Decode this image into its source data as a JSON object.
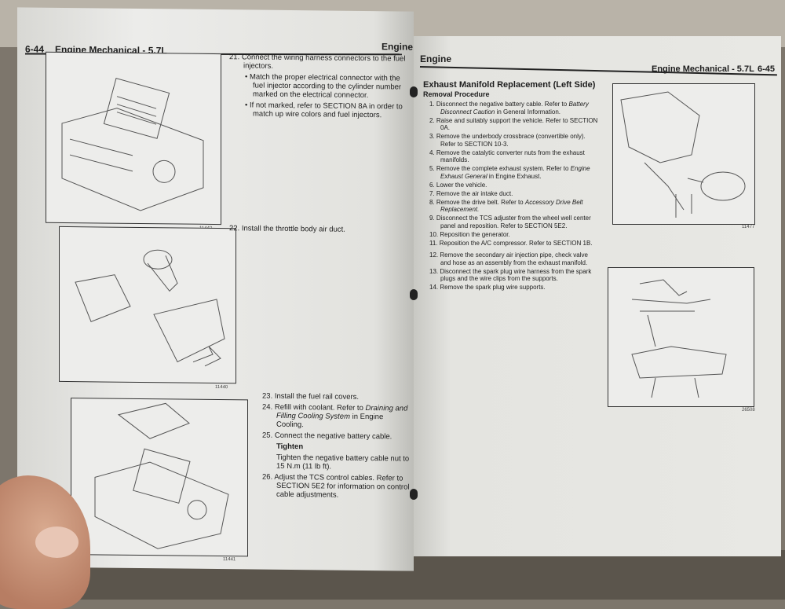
{
  "left_page": {
    "page_number": "6-44",
    "header_title": "Engine Mechanical - 5.7L",
    "header_right": "Engine",
    "figures": [
      "11442",
      "11440",
      "11441"
    ],
    "steps": [
      {
        "num": "21.",
        "text": "Connect the wiring harness connectors to the fuel injectors.",
        "bullets": [
          "Match the proper electrical connector with the fuel injector according to the cylinder number marked on the electrical connector.",
          "If not marked, refer to SECTION 8A in order to match up wire colors and fuel injectors."
        ]
      },
      {
        "num": "22.",
        "text": "Install the throttle body air duct."
      },
      {
        "num": "23.",
        "text": "Install the fuel rail covers."
      },
      {
        "num": "24.",
        "text": "Refill with coolant. Refer to",
        "italic": "Draining and Filling Cooling System",
        "after": "in Engine Cooling."
      },
      {
        "num": "25.",
        "text": "Connect the negative battery cable."
      },
      {
        "tighten_label": "Tighten",
        "tighten_text": "Tighten the negative battery cable nut to 15 N.m (11 lb ft)."
      },
      {
        "num": "26.",
        "text": "Adjust the TCS control cables. Refer to SECTION 5E2 for information on control cable adjustments."
      }
    ]
  },
  "right_page": {
    "header_left": "Engine",
    "header_title": "Engine Mechanical - 5.7L",
    "page_number": "6-45",
    "section_title": "Exhaust Manifold Replacement (Left Side)",
    "procedure_title": "Removal Procedure",
    "figures": [
      "11477",
      "26508"
    ],
    "steps": [
      {
        "num": "1.",
        "text": "Disconnect the negative battery cable. Refer to",
        "italic": "Battery Disconnect Caution",
        "after": "in General Information."
      },
      {
        "num": "2.",
        "text": "Raise and suitably support the vehicle. Refer to SECTION 0A."
      },
      {
        "num": "3.",
        "text": "Remove the underbody crossbrace (convertible only). Refer to SECTION 10-3."
      },
      {
        "num": "4.",
        "text": "Remove the catalytic converter nuts from the exhaust manifolds."
      },
      {
        "num": "5.",
        "text": "Remove the complete exhaust system. Refer to",
        "italic": "Engine Exhaust General",
        "after": "in Engine Exhaust."
      },
      {
        "num": "6.",
        "text": "Lower the vehicle."
      },
      {
        "num": "7.",
        "text": "Remove the air intake duct."
      },
      {
        "num": "8.",
        "text": "Remove the drive belt. Refer to",
        "italic": "Accessory Drive Belt Replacement.",
        "after": ""
      },
      {
        "num": "9.",
        "text": "Disconnect the TCS adjuster from the wheel well center panel and reposition. Refer to SECTION 5E2."
      },
      {
        "num": "10.",
        "text": "Reposition the generator."
      },
      {
        "num": "11.",
        "text": "Reposition the A/C compressor. Refer to SECTION 1B."
      },
      {
        "num": "12.",
        "text": "Remove the secondary air injection pipe, check valve and hose as an assembly from the exhaust manifold."
      },
      {
        "num": "13.",
        "text": "Disconnect the spark plug wire harness from the spark plugs and the wire clips from the supports."
      },
      {
        "num": "14.",
        "text": "Remove the spark plug wire supports."
      }
    ]
  }
}
